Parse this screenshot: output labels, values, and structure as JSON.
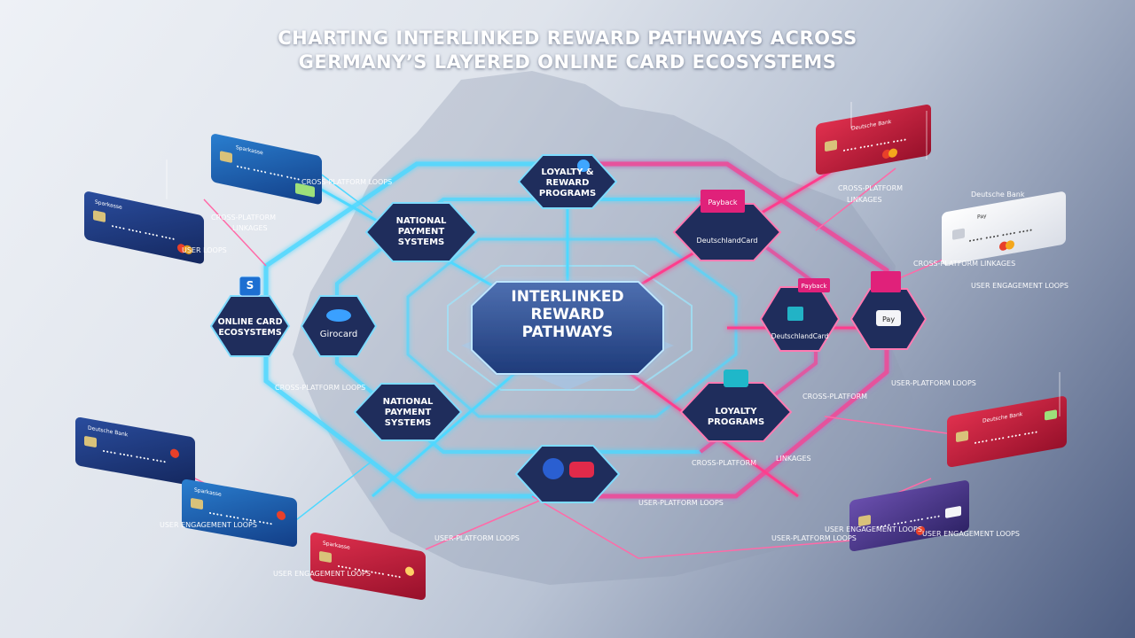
{
  "title": {
    "line1": "CHARTING INTERLINKED REWARD PATHWAYS ACROSS",
    "line2": "GERMANY’S LAYERED ONLINE CARD ECOSYSTEMS"
  },
  "center_hub": {
    "line1": "INTERLINKED",
    "line2": "REWARD",
    "line3": "PATHWAYS"
  },
  "nodes": {
    "loyalty_top": {
      "line1": "LOYALTY &",
      "line2": "REWARD",
      "line3": "PROGRAMS"
    },
    "national_top": {
      "line1": "NATIONAL",
      "line2": "PAYMENT",
      "line3": "SYSTEMS"
    },
    "online_card": {
      "line1": "ONLINE CARD",
      "line2": "ECOSYSTEMS"
    },
    "girocard": {
      "label": "Girocard"
    },
    "national_bottom": {
      "line1": "NATIONAL",
      "line2": "PAYMENT",
      "line3": "SYSTEMS"
    },
    "loyalty_bottom": {
      "line1": "LOYALTY",
      "line2": "PROGRAMS"
    },
    "payback_right": {
      "tag": "Payback",
      "label": "DeutschlandCard"
    },
    "payback_top": {
      "tag": "Payback",
      "label": "DeutschlandCard"
    },
    "pay_right": {
      "tag": "Pay"
    }
  },
  "edge_labels": {
    "cross_platform": "CROSS-PLATFORM",
    "linkages": "LINKAGES",
    "user_loops": "USER LOOPS",
    "user_engagement_loops": "USER ENGAGEMENT LOOPS",
    "cross_platform_loops": "CROSS-PLATFORM LOOPS",
    "cross_platform_linkages": "CROSS-PLATFORM LINKAGES",
    "user_platform_loops": "USER-PLATFORM LOOPS",
    "deutsche_bank": "Deutsche Bank"
  },
  "cards": {
    "bank_a": "Sparkasse",
    "bank_b": "Deutsche Bank",
    "pay": "Pay",
    "number_pattern": "•••• •••• •••• ••••"
  },
  "colors": {
    "cyan_line": "#4fd8ff",
    "pink_line": "#ff3d8d",
    "node_dark": "#1f2d5c",
    "card_blue": "#1f5fb0",
    "card_red": "#c8193a",
    "card_purple": "#4e3a8a",
    "card_white": "#f4f5f8"
  }
}
